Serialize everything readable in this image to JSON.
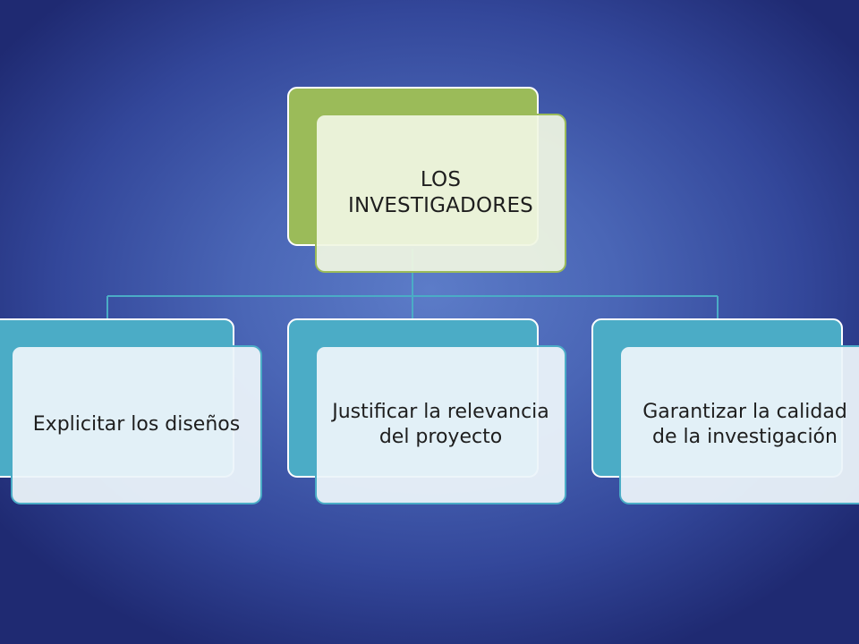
{
  "diagram": {
    "root": {
      "label": "LOS INVESTIGADORES"
    },
    "children": [
      {
        "label": "Explicitar los diseños"
      },
      {
        "label": "Justificar la relevancia del proyecto"
      },
      {
        "label": "Garantizar la calidad de la investigación"
      }
    ]
  },
  "colors": {
    "background_center": "#5c7cc8",
    "background_edge": "#1f2a72",
    "root_accent": "#9bbb59",
    "child_accent": "#4bacc6",
    "connector": "#4bacc6"
  }
}
